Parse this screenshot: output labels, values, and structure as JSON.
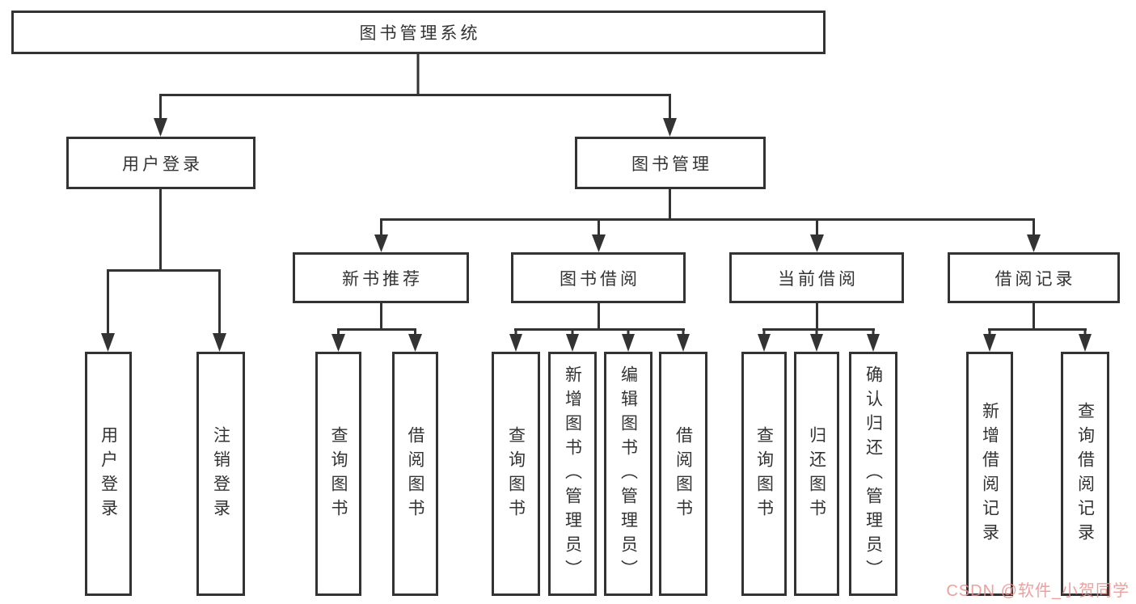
{
  "diagram": {
    "root": {
      "label": "图书管理系统"
    },
    "level2": [
      {
        "label": "用户登录"
      },
      {
        "label": "图书管理"
      }
    ],
    "level3": [
      {
        "label": "新书推荐"
      },
      {
        "label": "图书借阅"
      },
      {
        "label": "当前借阅"
      },
      {
        "label": "借阅记录"
      }
    ],
    "leaves": {
      "user_login": [
        "用户登录",
        "注销登录"
      ],
      "new_book": [
        "查询图书",
        "借阅图书"
      ],
      "book_borrow": [
        "查询图书",
        "新增图书（管理员）",
        "编辑图书（管理员）",
        "借阅图书"
      ],
      "current_borrow": [
        "查询图书",
        "归还图书",
        "确认归还（管理员）"
      ],
      "borrow_records": [
        "新增借阅记录",
        "查询借阅记录"
      ]
    },
    "watermark": "CSDN @软件_小贺同学",
    "colors": {
      "line": "#333333",
      "text": "#333333",
      "background": "#ffffff",
      "watermark": "#ec8e8c"
    }
  }
}
